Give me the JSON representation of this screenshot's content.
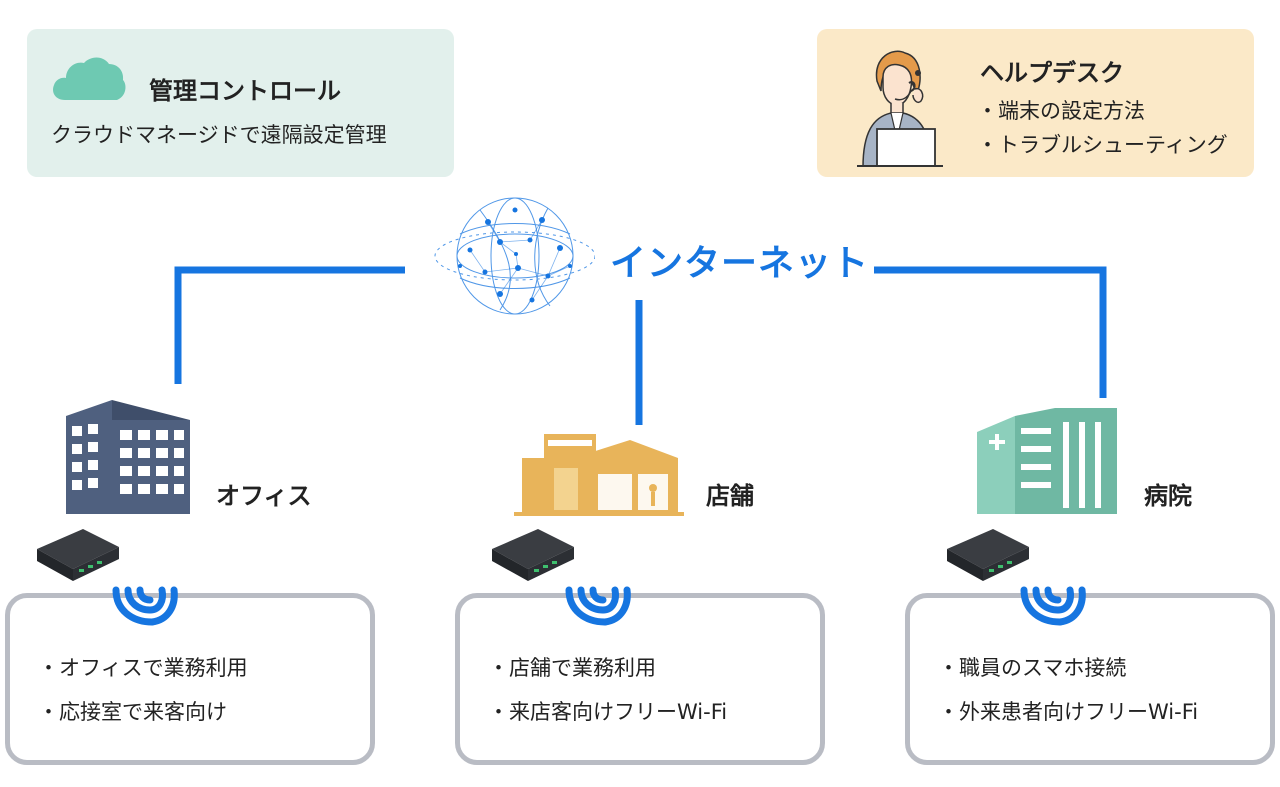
{
  "management": {
    "title": "管理コントロール",
    "subtitle": "クラウドマネージドで遠隔設定管理"
  },
  "helpdesk": {
    "title": "ヘルプデスク",
    "items": [
      "・端末の設定方法",
      "・トラブルシューティング"
    ]
  },
  "internet": {
    "label": "インターネット"
  },
  "sites": [
    {
      "label": "オフィス",
      "items": [
        "・オフィスで業務利用",
        "・応接室で来客向け"
      ]
    },
    {
      "label": "店舗",
      "items": [
        "・店舗で業務利用",
        "・来店客向けフリーWi-Fi"
      ]
    },
    {
      "label": "病院",
      "items": [
        "・職員のスマホ接続",
        "・外来患者向けフリーWi-Fi"
      ]
    }
  ],
  "colors": {
    "line_blue": "#1675e0",
    "mgmt_bg": "#e2f0ec",
    "help_bg": "#fbe9c8",
    "office": "#4f607f",
    "store": "#e8b45a",
    "hospital": "#6fb8a3",
    "card_border": "#b9bcc4"
  },
  "icons": [
    "cloud-icon",
    "operator-icon",
    "globe-icon",
    "office-building-icon",
    "store-building-icon",
    "hospital-building-icon",
    "router-icon",
    "wifi-icon"
  ]
}
